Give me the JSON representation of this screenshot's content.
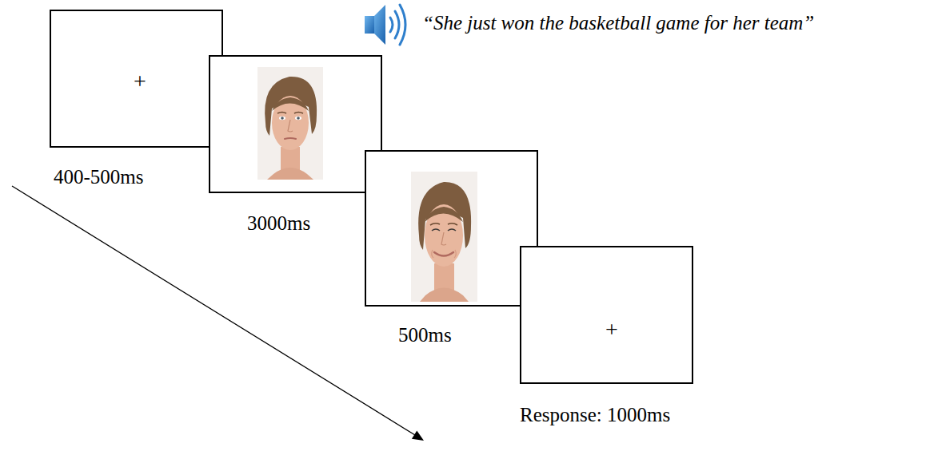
{
  "diagram": {
    "nodes": [
      {
        "text": [
          "+",
          "400-500ms"
        ]
      },
      {
        "text": [
          "3000ms"
        ]
      },
      {
        "text": [
          "500ms"
        ]
      },
      {
        "text": [
          "+",
          "Response: 1000ms"
        ]
      }
    ],
    "labels": [
      "“She just won the basketball game for her team”"
    ]
  }
}
